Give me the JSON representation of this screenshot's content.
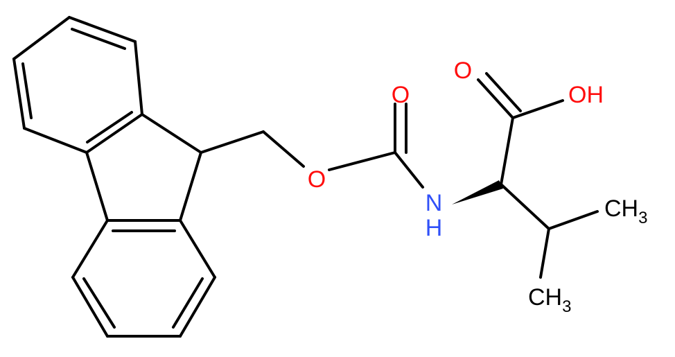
{
  "molecule": {
    "atoms": {
      "carbonyl_o": {
        "text": "O",
        "color": "#ff0d0d"
      },
      "ester_o": {
        "text": "O",
        "color": "#ff0d0d"
      },
      "amine_n": {
        "text": "N",
        "color": "#3050f8"
      },
      "amine_h": {
        "text": "H",
        "color": "#3050f8"
      },
      "acid_o": {
        "text": "O",
        "color": "#ff0d0d"
      },
      "hydroxyl": {
        "text": "OH",
        "color": "#ff0d0d"
      },
      "methyl_1": {
        "text": "CH",
        "sub": "3",
        "color": "#000000"
      },
      "methyl_2": {
        "text": "CH",
        "sub": "3",
        "color": "#000000"
      }
    },
    "bond_color": "#000000"
  }
}
